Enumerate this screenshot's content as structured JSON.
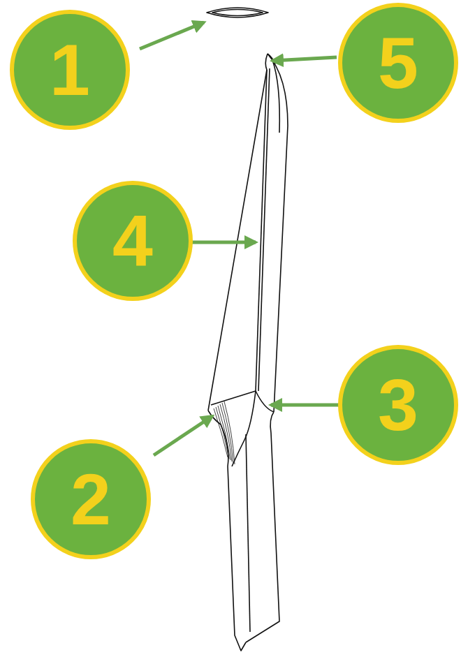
{
  "diagram": {
    "nodes": [
      {
        "text": [
          "1"
        ]
      },
      {
        "text": [
          "5"
        ]
      },
      {
        "text": [
          "4"
        ]
      },
      {
        "text": [
          "3"
        ]
      },
      {
        "text": [
          "2"
        ]
      }
    ]
  }
}
